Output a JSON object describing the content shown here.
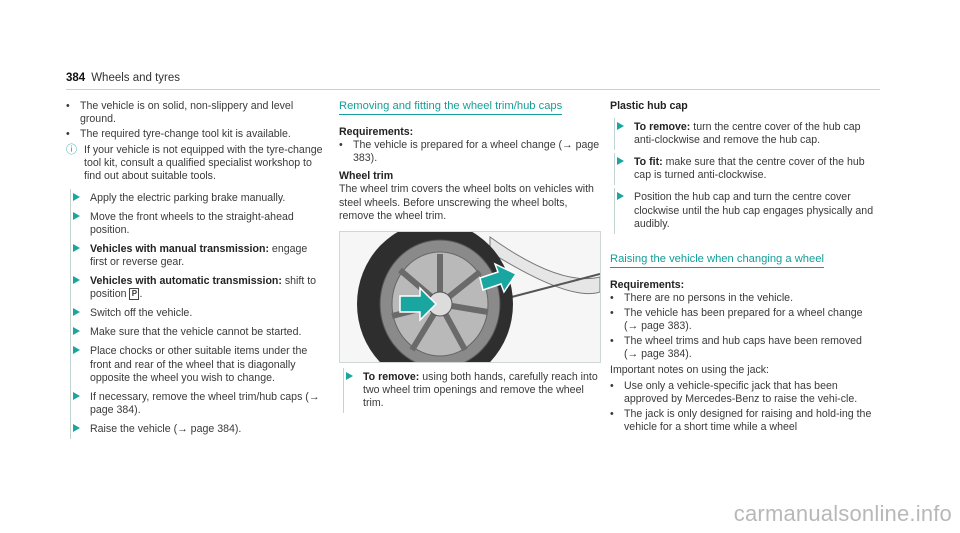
{
  "header": {
    "page": "384",
    "title": "Wheels and tyres"
  },
  "col1": {
    "bullets": [
      "The vehicle is on solid, non-slippery and level ground.",
      "The required tyre-change tool kit is available."
    ],
    "note": "If your vehicle is not equipped with the tyre-change tool kit, consult a qualified specialist workshop to find out about suitable tools.",
    "steps": [
      {
        "bold": "",
        "text": "Apply the electric parking brake manually."
      },
      {
        "bold": "",
        "text": "Move the front wheels to the straight-ahead position."
      },
      {
        "bold": "Vehicles with manual transmission:",
        "text": " engage first or reverse gear."
      },
      {
        "bold": "Vehicles with automatic transmission:",
        "text": " shift to position "
      },
      {
        "bold": "",
        "text": "Switch off the vehicle."
      },
      {
        "bold": "",
        "text": "Make sure that the vehicle cannot be started."
      },
      {
        "bold": "",
        "text": "Place chocks or other suitable items under the front and rear of the wheel that is diagonally opposite the wheel you wish to change."
      },
      {
        "bold": "",
        "text": "If necessary, remove the wheel trim/hub caps (→ page 384)."
      },
      {
        "bold": "",
        "text": "Raise the vehicle (→ page 384)."
      }
    ],
    "p_symbol": "P"
  },
  "col2": {
    "heading": "Removing and fitting the wheel trim/hub caps",
    "req_label": "Requirements:",
    "req_bullet": "The vehicle is prepared for a wheel change (→ page 383).",
    "wheel_trim_label": "Wheel trim",
    "wheel_trim_text": "The wheel trim covers the wheel bolts on vehicles with steel wheels. Before unscrewing the wheel bolts, remove the wheel trim.",
    "step_bold": "To remove:",
    "step_text": " using both hands, carefully reach into two wheel trim openings and remove the wheel trim."
  },
  "col3": {
    "hub_label": "Plastic hub cap",
    "steps": [
      {
        "bold": "To remove:",
        "text": " turn the centre cover of the hub cap anti-clockwise and remove the hub cap."
      },
      {
        "bold": "To fit:",
        "text": " make sure that the centre cover of the hub cap is turned anti-clockwise."
      },
      {
        "bold": "",
        "text": "Position the hub cap and turn the centre cover clockwise until the hub cap engages physically and audibly."
      }
    ],
    "heading2": "Raising the vehicle when changing a wheel",
    "req_label": "Requirements:",
    "req_bullets": [
      "There are no persons in the vehicle.",
      "The vehicle has been prepared for a wheel change (→ page 383).",
      "The wheel trims and hub caps have been removed (→ page 384)."
    ],
    "jack_intro": "Important notes on using the jack:",
    "jack_bullets": [
      "Use only a vehicle-specific jack that has been approved by Mercedes-Benz to raise the vehi-cle.",
      "The jack is only designed for raising and hold-ing the vehicle for a short time while a wheel"
    ]
  },
  "watermark": "carmanualsonline.info"
}
